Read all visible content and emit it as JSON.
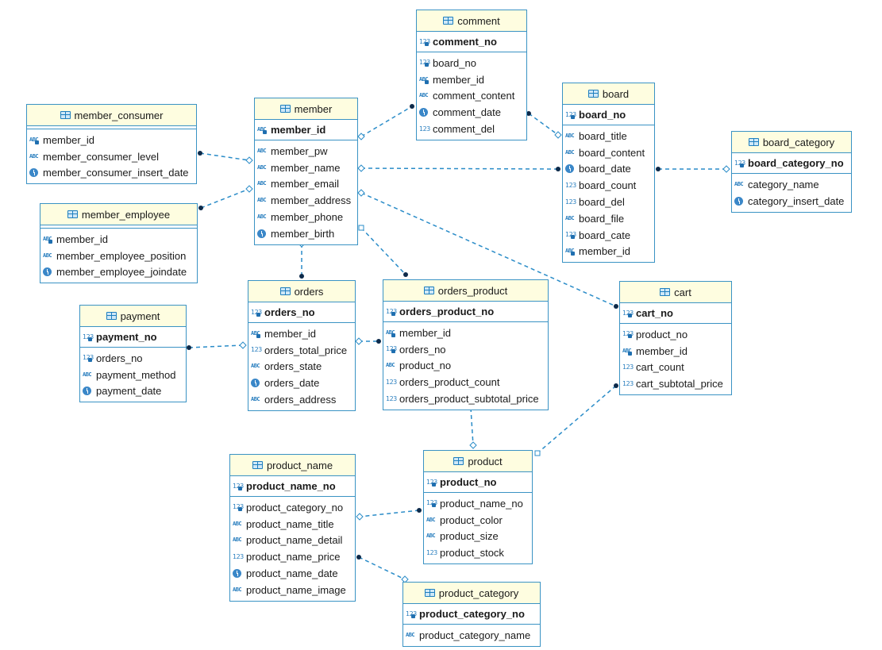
{
  "entities": {
    "comment": {
      "title": "comment",
      "keys": [
        {
          "name": "comment_no",
          "type": "num-key"
        }
      ],
      "columns": [
        {
          "name": "board_no",
          "type": "num-key"
        },
        {
          "name": "member_id",
          "type": "text-key"
        },
        {
          "name": "comment_content",
          "type": "text"
        },
        {
          "name": "comment_date",
          "type": "date"
        },
        {
          "name": "comment_del",
          "type": "num"
        }
      ]
    },
    "board": {
      "title": "board",
      "keys": [
        {
          "name": "board_no",
          "type": "num-key"
        }
      ],
      "columns": [
        {
          "name": "board_title",
          "type": "text"
        },
        {
          "name": "board_content",
          "type": "text"
        },
        {
          "name": "board_date",
          "type": "date"
        },
        {
          "name": "board_count",
          "type": "num"
        },
        {
          "name": "board_del",
          "type": "num"
        },
        {
          "name": "board_file",
          "type": "text"
        },
        {
          "name": "board_cate",
          "type": "num-key"
        },
        {
          "name": "member_id",
          "type": "text-key"
        }
      ]
    },
    "board_category": {
      "title": "board_category",
      "keys": [
        {
          "name": "board_category_no",
          "type": "num-key"
        }
      ],
      "columns": [
        {
          "name": "category_name",
          "type": "text"
        },
        {
          "name": "category_insert_date",
          "type": "date"
        }
      ]
    },
    "member_consumer": {
      "title": "member_consumer",
      "keys": [],
      "columns": [
        {
          "name": "member_id",
          "type": "text-key"
        },
        {
          "name": "member_consumer_level",
          "type": "text"
        },
        {
          "name": "member_consumer_insert_date",
          "type": "date"
        }
      ]
    },
    "member": {
      "title": "member",
      "keys": [
        {
          "name": "member_id",
          "type": "text-key"
        }
      ],
      "columns": [
        {
          "name": "member_pw",
          "type": "text"
        },
        {
          "name": "member_name",
          "type": "text"
        },
        {
          "name": "member_email",
          "type": "text"
        },
        {
          "name": "member_address",
          "type": "text"
        },
        {
          "name": "member_phone",
          "type": "text"
        },
        {
          "name": "member_birth",
          "type": "date"
        }
      ]
    },
    "member_employee": {
      "title": "member_employee",
      "keys": [],
      "columns": [
        {
          "name": "member_id",
          "type": "text-key"
        },
        {
          "name": "member_employee_position",
          "type": "text"
        },
        {
          "name": "member_employee_joindate",
          "type": "date"
        }
      ]
    },
    "orders": {
      "title": "orders",
      "keys": [
        {
          "name": "orders_no",
          "type": "num-key"
        }
      ],
      "columns": [
        {
          "name": "member_id",
          "type": "text-key"
        },
        {
          "name": "orders_total_price",
          "type": "num"
        },
        {
          "name": "orders_state",
          "type": "text"
        },
        {
          "name": "orders_date",
          "type": "date"
        },
        {
          "name": "orders_address",
          "type": "text"
        }
      ]
    },
    "orders_product": {
      "title": "orders_product",
      "keys": [
        {
          "name": "orders_product_no",
          "type": "num-key"
        }
      ],
      "columns": [
        {
          "name": "member_id",
          "type": "text-key"
        },
        {
          "name": "orders_no",
          "type": "num-key"
        },
        {
          "name": "product_no",
          "type": "text"
        },
        {
          "name": "orders_product_count",
          "type": "num"
        },
        {
          "name": "orders_product_subtotal_price",
          "type": "num"
        }
      ]
    },
    "cart": {
      "title": "cart",
      "keys": [
        {
          "name": "cart_no",
          "type": "num-key"
        }
      ],
      "columns": [
        {
          "name": "product_no",
          "type": "num-key"
        },
        {
          "name": "member_id",
          "type": "text-key"
        },
        {
          "name": "cart_count",
          "type": "num"
        },
        {
          "name": "cart_subtotal_price",
          "type": "num"
        }
      ]
    },
    "payment": {
      "title": "payment",
      "keys": [
        {
          "name": "payment_no",
          "type": "num-key"
        }
      ],
      "columns": [
        {
          "name": "orders_no",
          "type": "num-key"
        },
        {
          "name": "payment_method",
          "type": "text"
        },
        {
          "name": "payment_date",
          "type": "date"
        }
      ]
    },
    "product": {
      "title": "product",
      "keys": [
        {
          "name": "product_no",
          "type": "num-key"
        }
      ],
      "columns": [
        {
          "name": "product_name_no",
          "type": "num-key"
        },
        {
          "name": "product_color",
          "type": "text"
        },
        {
          "name": "product_size",
          "type": "text"
        },
        {
          "name": "product_stock",
          "type": "num"
        }
      ]
    },
    "product_name": {
      "title": "product_name",
      "keys": [
        {
          "name": "product_name_no",
          "type": "num-key"
        }
      ],
      "columns": [
        {
          "name": "product_category_no",
          "type": "num-key"
        },
        {
          "name": "product_name_title",
          "type": "text"
        },
        {
          "name": "product_name_detail",
          "type": "text"
        },
        {
          "name": "product_name_price",
          "type": "num"
        },
        {
          "name": "product_name_date",
          "type": "date"
        },
        {
          "name": "product_name_image",
          "type": "text"
        }
      ]
    },
    "product_category": {
      "title": "product_category",
      "keys": [
        {
          "name": "product_category_no",
          "type": "num-key"
        }
      ],
      "columns": [
        {
          "name": "product_category_name",
          "type": "text"
        }
      ]
    }
  },
  "relationships": [
    {
      "from": "comment",
      "to": "member"
    },
    {
      "from": "comment",
      "to": "board"
    },
    {
      "from": "board",
      "to": "member"
    },
    {
      "from": "board",
      "to": "board_category"
    },
    {
      "from": "member_consumer",
      "to": "member"
    },
    {
      "from": "member_employee",
      "to": "member"
    },
    {
      "from": "orders",
      "to": "member"
    },
    {
      "from": "orders_product",
      "to": "member"
    },
    {
      "from": "cart",
      "to": "member"
    },
    {
      "from": "payment",
      "to": "orders"
    },
    {
      "from": "orders_product",
      "to": "orders"
    },
    {
      "from": "orders_product",
      "to": "product"
    },
    {
      "from": "cart",
      "to": "product"
    },
    {
      "from": "product",
      "to": "product_name"
    },
    {
      "from": "product_name",
      "to": "product_category"
    }
  ],
  "colors": {
    "border": "#3a93c4",
    "header": "#fefde0",
    "link": "#2a8cc8",
    "endpoint": "#0d2a4a"
  }
}
